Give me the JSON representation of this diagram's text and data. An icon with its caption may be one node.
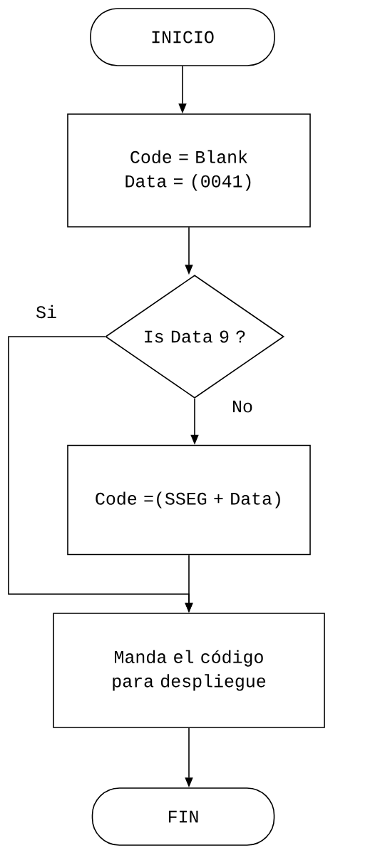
{
  "diagram": {
    "nodes": [
      {
        "text": [
          "INICIO"
        ]
      },
      {
        "text": [
          "Code = Blank",
          "Data = (0041)"
        ]
      },
      {
        "text": [
          "Is Data 9 ?"
        ]
      },
      {
        "text": [
          "Code =(SSEG + Data)"
        ]
      },
      {
        "text": [
          "Manda el código para despliegue"
        ]
      },
      {
        "text": [
          "FIN"
        ]
      }
    ],
    "edges": [
      {
        "from": 0,
        "to": 1,
        "arrow": "to"
      },
      {
        "from": 1,
        "to": 2,
        "arrow": "to"
      },
      {
        "from": 2,
        "to": 3,
        "arrow": "to",
        "label": "No"
      },
      {
        "from": 2,
        "to": 4,
        "arrow": "to",
        "label": "Si"
      },
      {
        "from": 3,
        "to": 4,
        "arrow": "to"
      },
      {
        "from": 4,
        "to": 5,
        "arrow": "to"
      }
    ]
  }
}
